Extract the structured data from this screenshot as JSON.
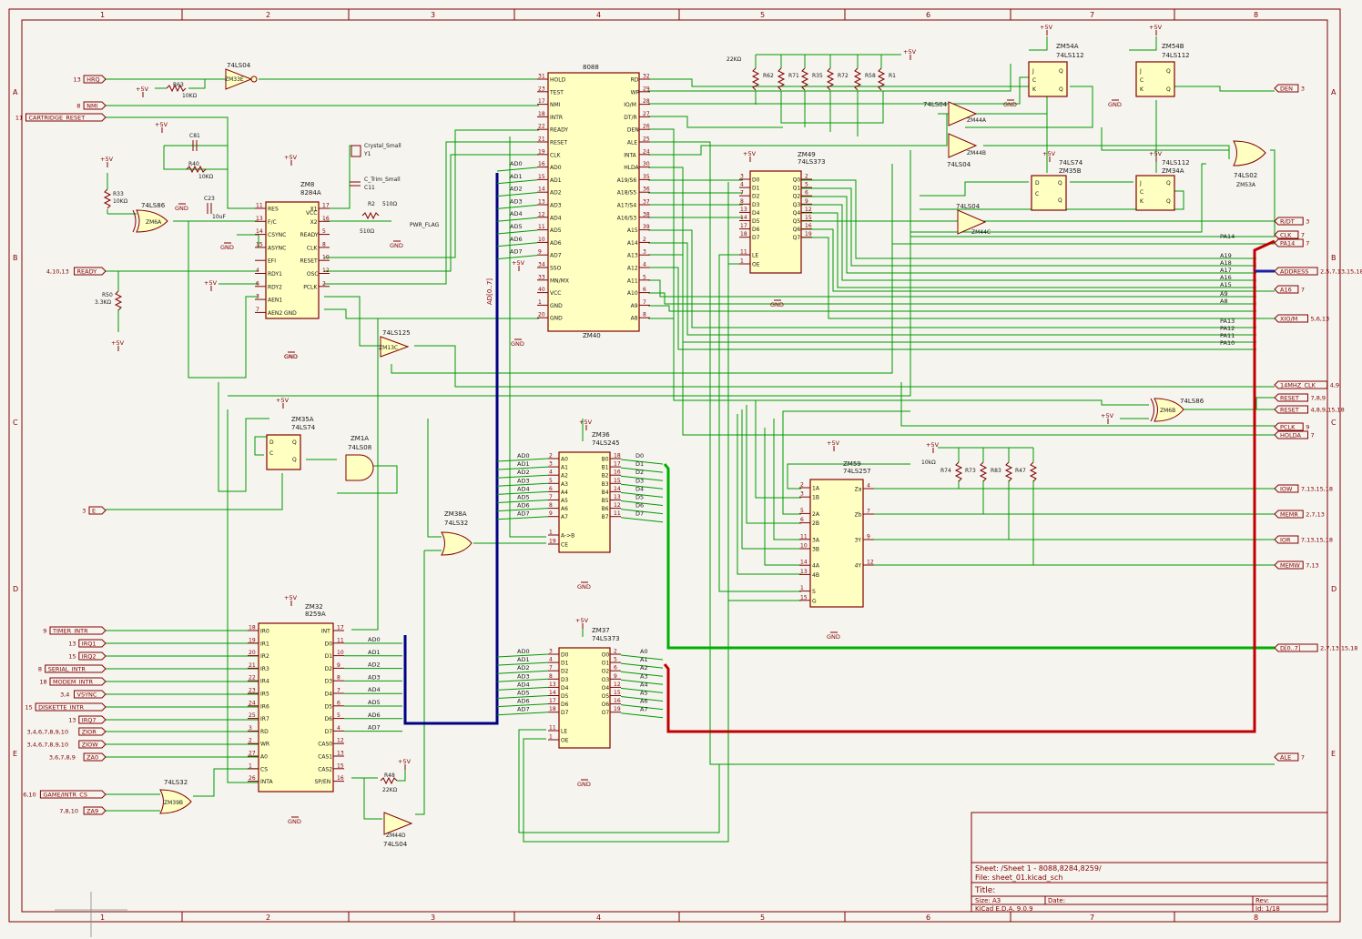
{
  "border": {
    "columns": [
      "1",
      "2",
      "3",
      "4",
      "5",
      "6",
      "7",
      "8"
    ],
    "rows": [
      "A",
      "B",
      "C",
      "D",
      "E"
    ]
  },
  "title_block": {
    "sheet": "Sheet: /Sheet 1 - 8088,8284,8259/",
    "file": "File: sheet_01.kicad_sch",
    "title": "Title:",
    "size": "Size: A3",
    "date": "Date:",
    "rev": "Rev:",
    "tool": "KiCad E.D.A. 9.0.9",
    "id": "Id: 1/18"
  },
  "chips": {
    "cpu": {
      "name": "8088",
      "ref": "ZM40",
      "left_pins": [
        [
          "31",
          "HOLD"
        ],
        [
          "23",
          "TEST"
        ],
        [
          "17",
          "NMI"
        ],
        [
          "18",
          "INTR"
        ],
        [
          "22",
          "READY"
        ],
        [
          "21",
          "RESET"
        ],
        [
          "19",
          "CLK"
        ],
        [
          "16",
          "AD0"
        ],
        [
          "15",
          "AD1"
        ],
        [
          "14",
          "AD2"
        ],
        [
          "13",
          "AD3"
        ],
        [
          "12",
          "AD4"
        ],
        [
          "11",
          "AD5"
        ],
        [
          "10",
          "AD6"
        ],
        [
          "9",
          "AD7"
        ],
        [
          "34",
          "SSO"
        ],
        [
          "33",
          "MN/MX"
        ],
        [
          "40",
          "VCC"
        ],
        [
          "1",
          "GND"
        ],
        [
          "20",
          "GND"
        ]
      ],
      "right_pins": [
        [
          "32",
          "RD"
        ],
        [
          "29",
          "WR"
        ],
        [
          "28",
          "IO/M"
        ],
        [
          "27",
          "DT/R"
        ],
        [
          "26",
          "DEN"
        ],
        [
          "25",
          "ALE"
        ],
        [
          "24",
          "INTA"
        ],
        [
          "30",
          "HLDA"
        ],
        [
          "35",
          "A19/S6"
        ],
        [
          "36",
          "A18/S5"
        ],
        [
          "37",
          "A17/S4"
        ],
        [
          "38",
          "A16/S3"
        ],
        [
          "39",
          "A15"
        ],
        [
          "2",
          "A14"
        ],
        [
          "3",
          "A13"
        ],
        [
          "4",
          "A12"
        ],
        [
          "5",
          "A11"
        ],
        [
          "6",
          "A10"
        ],
        [
          "7",
          "A9"
        ],
        [
          "8",
          "A8"
        ]
      ]
    },
    "clk": {
      "name": "8284A",
      "ref": "ZM8",
      "left_pins": [
        [
          "11",
          "RES"
        ],
        [
          "13",
          "F/C"
        ],
        [
          "14",
          "CSYNC"
        ],
        [
          "15",
          "ASYNC"
        ],
        [
          "",
          "EFI"
        ],
        [
          "4",
          "RDY1"
        ],
        [
          "6",
          "RDY2"
        ],
        [
          "3",
          "AEN1"
        ],
        [
          "7",
          "AEN2"
        ]
      ],
      "right_pins": [
        [
          "17",
          "X1"
        ],
        [
          "16",
          "X2"
        ],
        [
          "5",
          "READY"
        ],
        [
          "8",
          "CLK"
        ],
        [
          "10",
          "RESET"
        ],
        [
          "12",
          "OSC"
        ],
        [
          "2",
          "PCLK"
        ]
      ],
      "vcc": "VCC",
      "gnd": "GND"
    },
    "pic": {
      "name": "8259A",
      "ref": "ZM32",
      "left_pins": [
        [
          "18",
          "IR0"
        ],
        [
          "19",
          "IR1"
        ],
        [
          "20",
          "IR2"
        ],
        [
          "21",
          "IR3"
        ],
        [
          "22",
          "IR4"
        ],
        [
          "23",
          "IR5"
        ],
        [
          "24",
          "IR6"
        ],
        [
          "25",
          "IR7"
        ],
        [
          "3",
          "RD"
        ],
        [
          "2",
          "WR"
        ],
        [
          "27",
          "A0"
        ],
        [
          "1",
          "CS"
        ],
        [
          "26",
          "INTA"
        ]
      ],
      "right_pins": [
        [
          "17",
          "INT"
        ],
        [
          "11",
          "D0"
        ],
        [
          "10",
          "D1"
        ],
        [
          "9",
          "D2"
        ],
        [
          "8",
          "D3"
        ],
        [
          "7",
          "D4"
        ],
        [
          "6",
          "D5"
        ],
        [
          "5",
          "D6"
        ],
        [
          "4",
          "D7"
        ],
        [
          "12",
          "CAS0"
        ],
        [
          "13",
          "CAS1"
        ],
        [
          "15",
          "CAS2"
        ],
        [
          "16",
          "SP/EN"
        ]
      ]
    },
    "latch1": {
      "name": "74LS373",
      "ref": "ZM49",
      "left_pins": [
        [
          "3",
          "D0"
        ],
        [
          "4",
          "D1"
        ],
        [
          "7",
          "D2"
        ],
        [
          "8",
          "D3"
        ],
        [
          "13",
          "D4"
        ],
        [
          "14",
          "D5"
        ],
        [
          "17",
          "D6"
        ],
        [
          "18",
          "D7"
        ],
        [
          "11",
          "LE"
        ],
        [
          "1",
          "OE"
        ]
      ],
      "right_pins": [
        [
          "2",
          "Q0"
        ],
        [
          "5",
          "Q1"
        ],
        [
          "6",
          "Q2"
        ],
        [
          "9",
          "Q3"
        ],
        [
          "12",
          "Q4"
        ],
        [
          "15",
          "Q5"
        ],
        [
          "16",
          "Q6"
        ],
        [
          "19",
          "Q7"
        ]
      ]
    },
    "xcvr": {
      "name": "74LS245",
      "ref": "ZM36",
      "left_pins": [
        [
          "2",
          "A0"
        ],
        [
          "3",
          "A1"
        ],
        [
          "4",
          "A2"
        ],
        [
          "5",
          "A3"
        ],
        [
          "6",
          "A4"
        ],
        [
          "7",
          "A5"
        ],
        [
          "8",
          "A6"
        ],
        [
          "9",
          "A7"
        ],
        [
          "1",
          "A->B"
        ],
        [
          "19",
          "CE"
        ]
      ],
      "right_pins": [
        [
          "18",
          "B0"
        ],
        [
          "17",
          "B1"
        ],
        [
          "16",
          "B2"
        ],
        [
          "15",
          "B3"
        ],
        [
          "14",
          "B4"
        ],
        [
          "13",
          "B5"
        ],
        [
          "12",
          "B6"
        ],
        [
          "11",
          "B7"
        ]
      ]
    },
    "latch2": {
      "name": "74LS373",
      "ref": "ZM37",
      "left_pins": [
        [
          "3",
          "D0"
        ],
        [
          "4",
          "D1"
        ],
        [
          "7",
          "D2"
        ],
        [
          "8",
          "D3"
        ],
        [
          "13",
          "D4"
        ],
        [
          "14",
          "D5"
        ],
        [
          "17",
          "D6"
        ],
        [
          "18",
          "D7"
        ],
        [
          "11",
          "LE"
        ],
        [
          "1",
          "OE"
        ]
      ],
      "right_pins": [
        [
          "2",
          "O0"
        ],
        [
          "5",
          "O1"
        ],
        [
          "6",
          "O2"
        ],
        [
          "9",
          "O3"
        ],
        [
          "12",
          "O4"
        ],
        [
          "15",
          "O5"
        ],
        [
          "16",
          "O6"
        ],
        [
          "19",
          "O7"
        ]
      ]
    },
    "mux": {
      "name": "74LS257",
      "ref": "ZM59",
      "left_pins": [
        [
          "2",
          "1A"
        ],
        [
          "3",
          "1B"
        ],
        [
          "5",
          "2A"
        ],
        [
          "6",
          "2B"
        ],
        [
          "11",
          "3A"
        ],
        [
          "10",
          "3B"
        ],
        [
          "14",
          "4A"
        ],
        [
          "13",
          "4B"
        ],
        [
          "1",
          "S"
        ],
        [
          "15",
          "G"
        ]
      ],
      "right_pins": [
        [
          "4",
          "Za"
        ],
        [
          "7",
          "Zb"
        ],
        [
          "9",
          "3Y"
        ],
        [
          "12",
          "4Y"
        ]
      ]
    }
  },
  "ff": {
    "ff1": {
      "ref": "ZM35A",
      "name": "74LS74"
    },
    "ff2": {
      "ref": "ZM54A",
      "name": "74LS112"
    },
    "ff3": {
      "ref": "ZM54B",
      "name": "74LS112"
    },
    "ff4": {
      "ref": "ZM35B",
      "name": "74LS74"
    },
    "ff5": {
      "ref": "ZM34A",
      "name": "74LS112"
    }
  },
  "gates": {
    "g_zm33e": {
      "ref": "ZM33E",
      "name": "74LS04"
    },
    "g_zm6a": {
      "ref": "ZM6A",
      "name": "74LS86"
    },
    "g_zm13c": {
      "ref": "ZM13C",
      "name": "74LS125"
    },
    "g_zm1a": {
      "ref": "ZM1A",
      "name": "74LS08"
    },
    "g_zm38a": {
      "ref": "ZM38A",
      "name": "74LS32"
    },
    "g_zm39b": {
      "ref": "ZM39B",
      "name": "74LS32"
    },
    "g_zm44d": {
      "ref": "ZM44D",
      "name": "74LS04"
    },
    "g_zm44a": {
      "ref": "ZM44A",
      "name": "74LS04"
    },
    "g_zm44b": {
      "ref": "ZM44B",
      "name": "74LS04"
    },
    "g_zm44c": {
      "ref": "ZM44C",
      "name": "74LS04"
    },
    "g_zm53a": {
      "ref": "ZM53A",
      "name": "74LS02"
    },
    "g_zm6b": {
      "ref": "ZM6B",
      "name": "74LS86"
    }
  },
  "passives": {
    "r63": "R63",
    "r63v": "10KΩ",
    "c81": "C81",
    "r40": "R40",
    "r40v": "10KΩ",
    "r33": "R33",
    "r33v": "10KΩ",
    "c23": "C23",
    "c23v": "10uF",
    "r50": "R50",
    "r50v": "3.3KΩ",
    "y1": "Crystal_Small",
    "y1r": "Y1",
    "c11": "C_Trim_Small",
    "c11r": "C11",
    "r2": "R2",
    "r2v": "510Ω",
    "r2v2": "510Ω",
    "r48": "R48",
    "r48v": "22KΩ",
    "rn_top_v": "22KΩ",
    "rn_top": [
      "R62",
      "R71",
      "R35",
      "R72",
      "R58",
      "R1"
    ],
    "rn_mid_v": "10kΩ",
    "rn_mid": [
      "R74",
      "R73",
      "R83",
      "R47"
    ]
  },
  "power": {
    "vcc": "+5V",
    "gnd": "GND"
  },
  "left_ports": [
    {
      "label": "HRQ",
      "pg": "13"
    },
    {
      "label": "NMI",
      "pg": "8"
    },
    {
      "label": "CARTRIDGE_RESET",
      "pg": "11"
    },
    {
      "label": "READY",
      "pg": "4,10,13"
    },
    {
      "label": "E",
      "pg": "3"
    },
    {
      "label": "TIMER_INTR",
      "pg": "9"
    },
    {
      "label": "IRQ1",
      "pg": "13"
    },
    {
      "label": "IRQ2",
      "pg": "15"
    },
    {
      "label": "SERIAL_INTR",
      "pg": "8"
    },
    {
      "label": "MODEM_INTR",
      "pg": "18"
    },
    {
      "label": "VSYNC",
      "pg": "3,4"
    },
    {
      "label": "DISKETTE_INTR",
      "pg": "15"
    },
    {
      "label": "IRQ7",
      "pg": "13"
    },
    {
      "label": "ZIOR",
      "pg": "3,4,6,7,8,9,10"
    },
    {
      "label": "ZIOW",
      "pg": "3,4,6,7,8,9,10"
    },
    {
      "label": "ZA0",
      "pg": "3,6,7,8,9"
    },
    {
      "label": "GAME/INTR_CS",
      "pg": "6,10"
    },
    {
      "label": "ZA9",
      "pg": "7,8,10"
    }
  ],
  "right_ports": [
    {
      "label": "DEN",
      "pg": "3"
    },
    {
      "label": "R/DT",
      "pg": "3"
    },
    {
      "label": "CLK",
      "pg": "7"
    },
    {
      "label": "PA14",
      "pg": "7"
    },
    {
      "label": "ADDRESS",
      "pg": "2,5,7,13,15,18"
    },
    {
      "label": "A16",
      "pg": "7"
    },
    {
      "label": "XIO/M",
      "pg": "5,6,13"
    },
    {
      "label": "14MHZ_CLK",
      "pg": "4,9"
    },
    {
      "label": "RESET",
      "pg": "7,8,9"
    },
    {
      "label": "RESET",
      "pg": "4,8,9,15,18"
    },
    {
      "label": "PCLK",
      "pg": "9"
    },
    {
      "label": "HOLDA",
      "pg": "7"
    },
    {
      "label": "IOW",
      "pg": "7,13,15,18"
    },
    {
      "label": "MEMR",
      "pg": "2,7,13"
    },
    {
      "label": "IOR",
      "pg": "7,13,15,18"
    },
    {
      "label": "MEMW",
      "pg": "7,13"
    },
    {
      "label": "D[0..7]",
      "pg": "2,7,13,15,18"
    },
    {
      "label": "ALE",
      "pg": "7"
    }
  ],
  "net_labels": {
    "ad": [
      "AD0",
      "AD1",
      "AD2",
      "AD3",
      "AD4",
      "AD5",
      "AD6",
      "AD7"
    ],
    "ad_bus": "AD[0..7]",
    "pic_d": [
      "AD0",
      "AD1",
      "AD2",
      "AD3",
      "AD4",
      "AD5",
      "AD6",
      "AD7"
    ],
    "xcvr_d": [
      "D0",
      "D1",
      "D2",
      "D3",
      "D4",
      "D5",
      "D6",
      "D7"
    ],
    "latch_a": [
      "A0",
      "A1",
      "A2",
      "A3",
      "A4",
      "A5",
      "A6",
      "A7"
    ],
    "right_bus": [
      "PA14",
      "A19",
      "A18",
      "A17",
      "A16",
      "A15",
      "A9",
      "A8",
      "PA13",
      "PA12",
      "PA11",
      "PA10"
    ],
    "pwr_flag": "PWR_FLAG"
  }
}
